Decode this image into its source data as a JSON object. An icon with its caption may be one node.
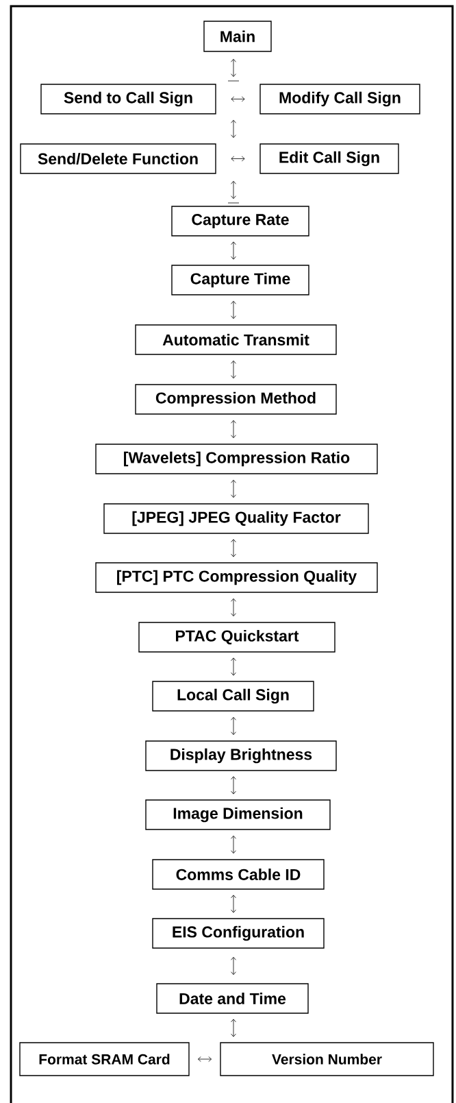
{
  "diagram": {
    "nodes": [
      {
        "text": [
          "Main"
        ]
      },
      {
        "text": [
          "Send to Call Sign"
        ]
      },
      {
        "text": [
          "Modify Call Sign"
        ]
      },
      {
        "text": [
          "Send/Delete Function"
        ]
      },
      {
        "text": [
          "Edit Call Sign"
        ]
      },
      {
        "text": [
          "Capture Rate"
        ]
      },
      {
        "text": [
          "Capture Time"
        ]
      },
      {
        "text": [
          "Automatic Transmit"
        ]
      },
      {
        "text": [
          "Compression Method"
        ]
      },
      {
        "text": [
          "[Wavelets] Compression Ratio"
        ]
      },
      {
        "text": [
          "[JPEG] JPEG Quality Factor"
        ]
      },
      {
        "text": [
          "[PTC] PTC Compression Quality"
        ]
      },
      {
        "text": [
          "PTAC Quickstart"
        ]
      },
      {
        "text": [
          "Local Call Sign"
        ]
      },
      {
        "text": [
          "Display Brightness"
        ]
      },
      {
        "text": [
          "Image Dimension"
        ]
      },
      {
        "text": [
          "Comms Cable ID"
        ]
      },
      {
        "text": [
          "EIS Configuration"
        ]
      },
      {
        "text": [
          "Date and Time"
        ]
      },
      {
        "text": [
          "Format SRAM Card"
        ]
      },
      {
        "text": [
          "Version Number"
        ]
      }
    ],
    "edges": [
      {
        "from": 0,
        "to": 1,
        "arrow": "both"
      },
      {
        "from": 1,
        "to": 2,
        "arrow": "both"
      },
      {
        "from": 1,
        "to": 3,
        "arrow": "both"
      },
      {
        "from": 3,
        "to": 4,
        "arrow": "both"
      },
      {
        "from": 3,
        "to": 5,
        "arrow": "both"
      },
      {
        "from": 5,
        "to": 6,
        "arrow": "both"
      },
      {
        "from": 6,
        "to": 7,
        "arrow": "both"
      },
      {
        "from": 7,
        "to": 8,
        "arrow": "both"
      },
      {
        "from": 8,
        "to": 9,
        "arrow": "both"
      },
      {
        "from": 9,
        "to": 10,
        "arrow": "both"
      },
      {
        "from": 10,
        "to": 11,
        "arrow": "both"
      },
      {
        "from": 11,
        "to": 12,
        "arrow": "both"
      },
      {
        "from": 12,
        "to": 13,
        "arrow": "both"
      },
      {
        "from": 13,
        "to": 14,
        "arrow": "both"
      },
      {
        "from": 14,
        "to": 15,
        "arrow": "both"
      },
      {
        "from": 15,
        "to": 16,
        "arrow": "both"
      },
      {
        "from": 16,
        "to": 17,
        "arrow": "both"
      },
      {
        "from": 17,
        "to": 18,
        "arrow": "both"
      },
      {
        "from": 18,
        "to": 20,
        "arrow": "both"
      },
      {
        "from": 19,
        "to": 20,
        "arrow": "both"
      }
    ]
  }
}
